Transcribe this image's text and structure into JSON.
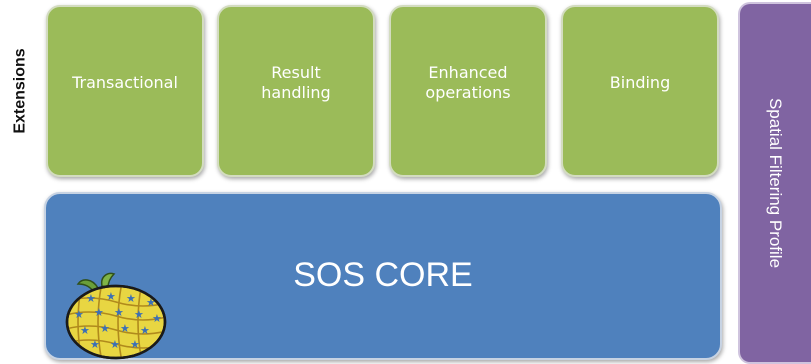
{
  "side_label": "Extensions",
  "extensions": [
    {
      "label": "Transactional"
    },
    {
      "label": "Result\nhandling"
    },
    {
      "label": "Enhanced\noperations"
    },
    {
      "label": "Binding"
    }
  ],
  "core": {
    "label": "SOS CORE"
  },
  "profile": {
    "label": "Spatial Filtering Profile"
  },
  "colors": {
    "extension_fill": "#9bbb59",
    "core_fill": "#4f81bd",
    "profile_fill": "#8064a2",
    "logo_fill": "#e8d642",
    "logo_star": "#3b6fb6"
  },
  "icons": {
    "core_logo": "pineapple-logo-icon"
  }
}
